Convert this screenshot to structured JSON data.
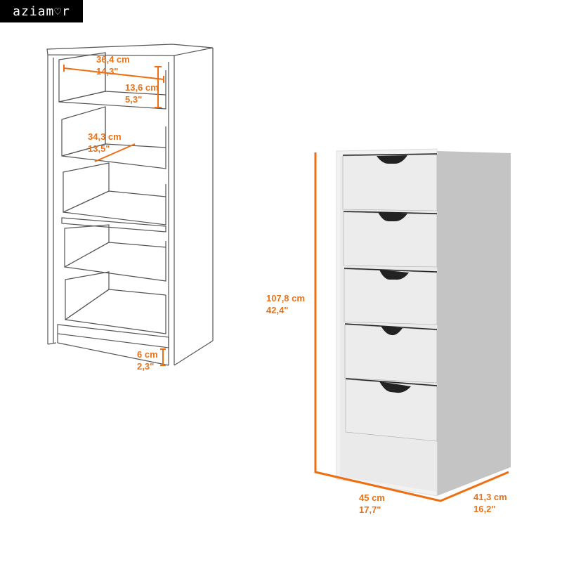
{
  "brand": {
    "name_part1": "aziam",
    "heart": "♡",
    "name_part2": "r"
  },
  "colors": {
    "accent": "#ee6f12",
    "line": "#444444",
    "panel": "#ececec",
    "side": "#bdbdbd",
    "handle": "#222222"
  },
  "interior_diagram": {
    "drawer_width": {
      "cm": "36,4 cm",
      "in": "14,3\""
    },
    "drawer_height": {
      "cm": "13,6 cm",
      "in": "5,3\""
    },
    "drawer_depth": {
      "cm": "34,3 cm",
      "in": "13,5\""
    },
    "base_height": {
      "cm": "6 cm",
      "in": "2,3\""
    },
    "drawer_count": 5
  },
  "product": {
    "height": {
      "cm": "107,8 cm",
      "in": "42,4\""
    },
    "width": {
      "cm": "45 cm",
      "in": "17,7\""
    },
    "depth": {
      "cm": "41,3 cm",
      "in": "16,2\""
    },
    "drawer_count": 5
  }
}
